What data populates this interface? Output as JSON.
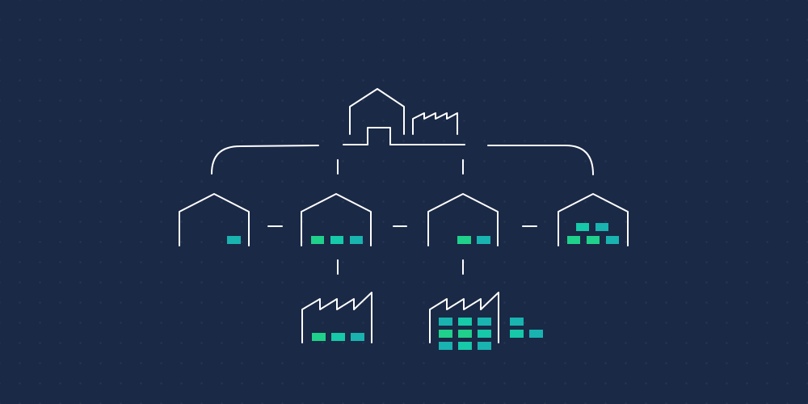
{
  "colors": {
    "background": "#1a2946",
    "line": "#ffffff",
    "box_teal": "#19b3b0",
    "box_green": "#1fd18a",
    "box_aqua": "#16c9a8"
  },
  "nodes": {
    "headquarters": "home-and-factory-icon",
    "warehouses": [
      "warehouse-icon",
      "warehouse-icon",
      "warehouse-icon",
      "warehouse-icon"
    ],
    "factories": [
      "factory-icon",
      "factory-icon"
    ]
  },
  "inventory": {
    "warehouse_1": 1,
    "warehouse_2": 3,
    "warehouse_3": 2,
    "warehouse_4": 5,
    "factory_1": 3,
    "factory_2": 9,
    "factory_2_side": 3
  }
}
